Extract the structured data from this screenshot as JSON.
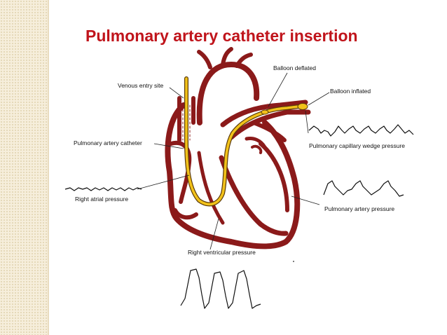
{
  "slide": {
    "title": "Pulmonary artery catheter insertion"
  },
  "diagram": {
    "labels": {
      "venous_entry_site": "Venous entry site",
      "balloon_deflated": "Balloon deflated",
      "balloon_inflated": "Balloon inflated",
      "pulmonary_artery_catheter": "Pulmonary artery catheter",
      "pcwp": "Pulmonary capillary wedge pressure",
      "right_atrial_pressure": "Right atrial pressure",
      "pulmonary_artery_pressure": "Pulmonary artery pressure",
      "right_ventricular_pressure": "Right ventricular pressure"
    },
    "colors": {
      "title": "#c0141b",
      "heart_outline": "#8b1a1a",
      "catheter": "#f2c21a",
      "strip": "#f6eedb"
    }
  }
}
